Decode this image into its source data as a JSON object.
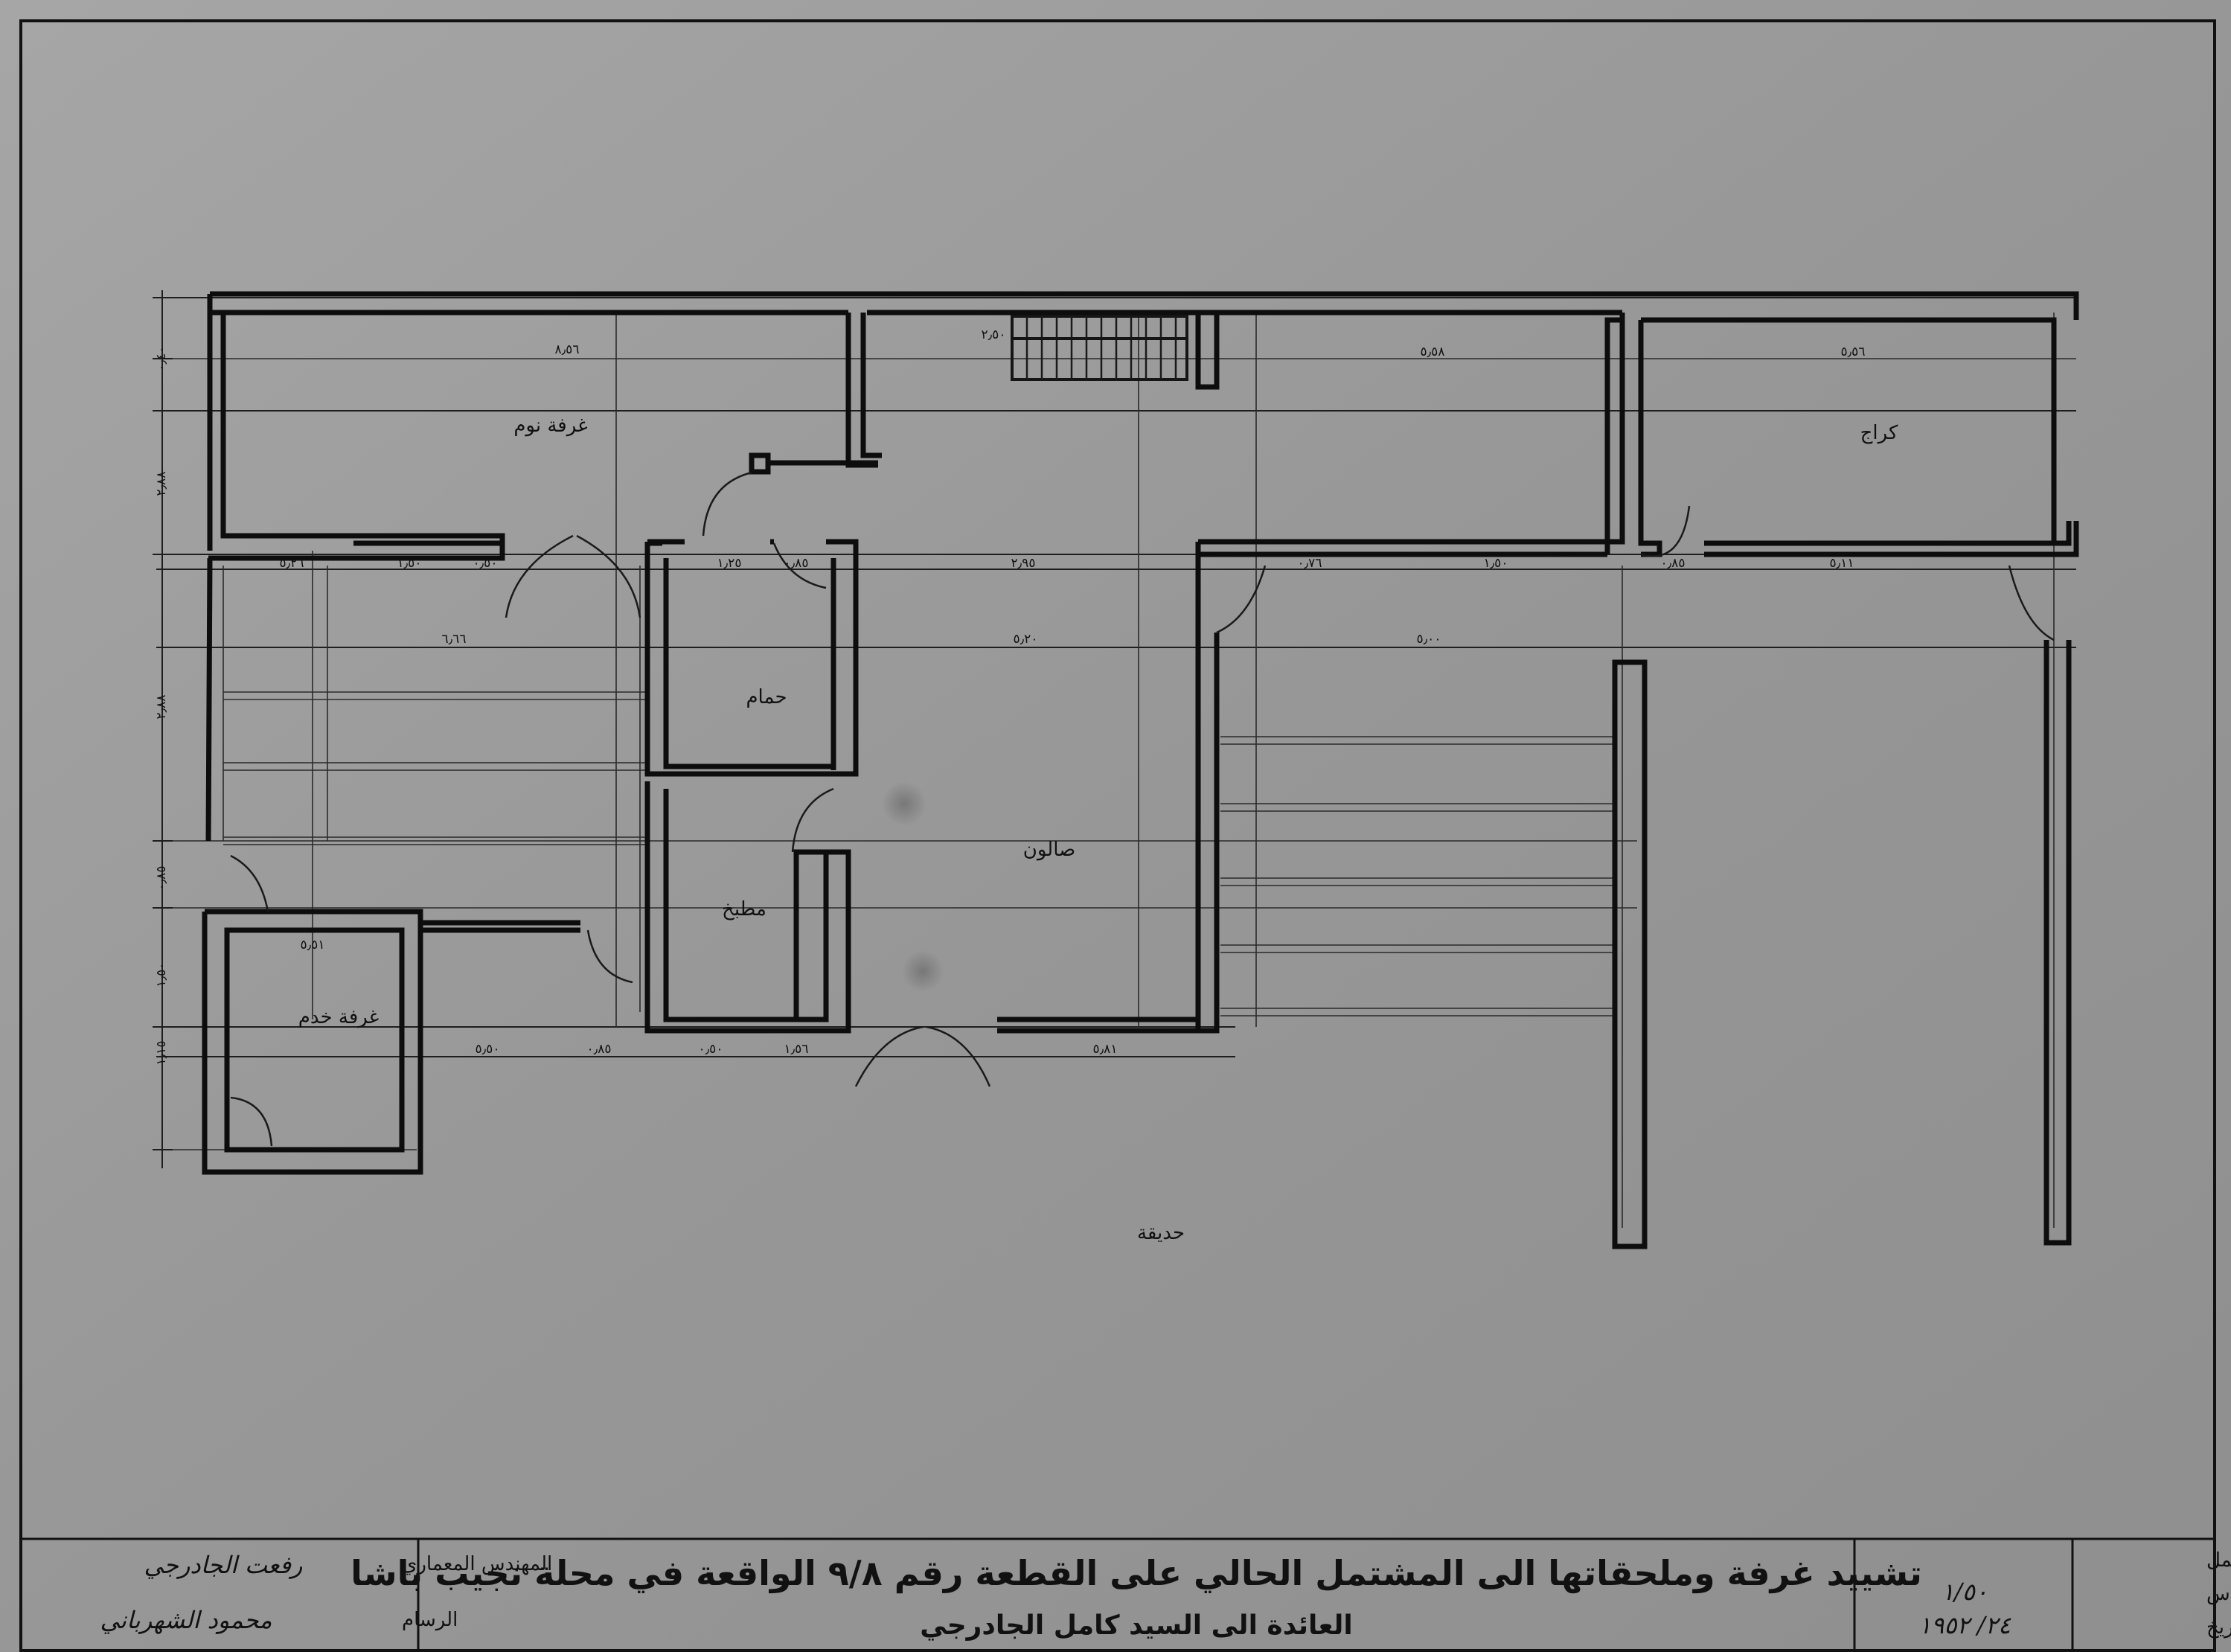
{
  "rooms": {
    "bedroom_1": "غرفة نوم",
    "garage": "كراج",
    "bathroom": "حمام",
    "kitchen": "مطبخ",
    "salon": "صالون",
    "servant_room": "غرفة خدم",
    "garden": "حديقة"
  },
  "dimensions": {
    "top": [
      "٨٫٥٦",
      "٢٫٥٠",
      "٥٫٥٨",
      "٥٫٥٦"
    ],
    "row2": [
      "٥٫٢٦",
      "١٫٥٠",
      "٠٫٥٠",
      "١٫٢٥",
      "٠٫٨٥",
      "٢٫٩٥",
      "٠٫٧٦",
      "١٫٥٠",
      "٠٫٨٥",
      "٥٫١١"
    ],
    "row3": [
      "٦٫٦٦",
      "٥٫٢٠",
      "٥٫٠٠"
    ],
    "bottom": [
      "٥٫٥١",
      "٥٫٥٠",
      "٠٫٨٥",
      "٠٫٥٠",
      "١٫٥٦",
      "٥٫٨١"
    ],
    "left": [
      "٠٫٤٠",
      "٢٫٨٨",
      "٢٫٨٨",
      "٠٫٨٥",
      "١٫٥٠",
      "١٫١٥"
    ]
  },
  "title_block": {
    "architect_label": "المهندس المعماري",
    "architect_name": "رفعت الجادرجي",
    "draftsman_label": "الرسام",
    "draftsman_name": "محمود الشهرباني",
    "title_line_1": "تشييد غرفة وملحقاتها الى المشتمل الحالي على القطعة رقم ٩/٨ الواقعة في محلة نجيب باشا",
    "title_line_2": "العائدة الى السيد كامل الجادرجي",
    "job_no_label": "رقم العمل",
    "scale_label": "المقياس",
    "scale_value": "١/٥٠",
    "date_label": "التاريخ",
    "date_value": "٢٤/ ١٩٥٢"
  }
}
